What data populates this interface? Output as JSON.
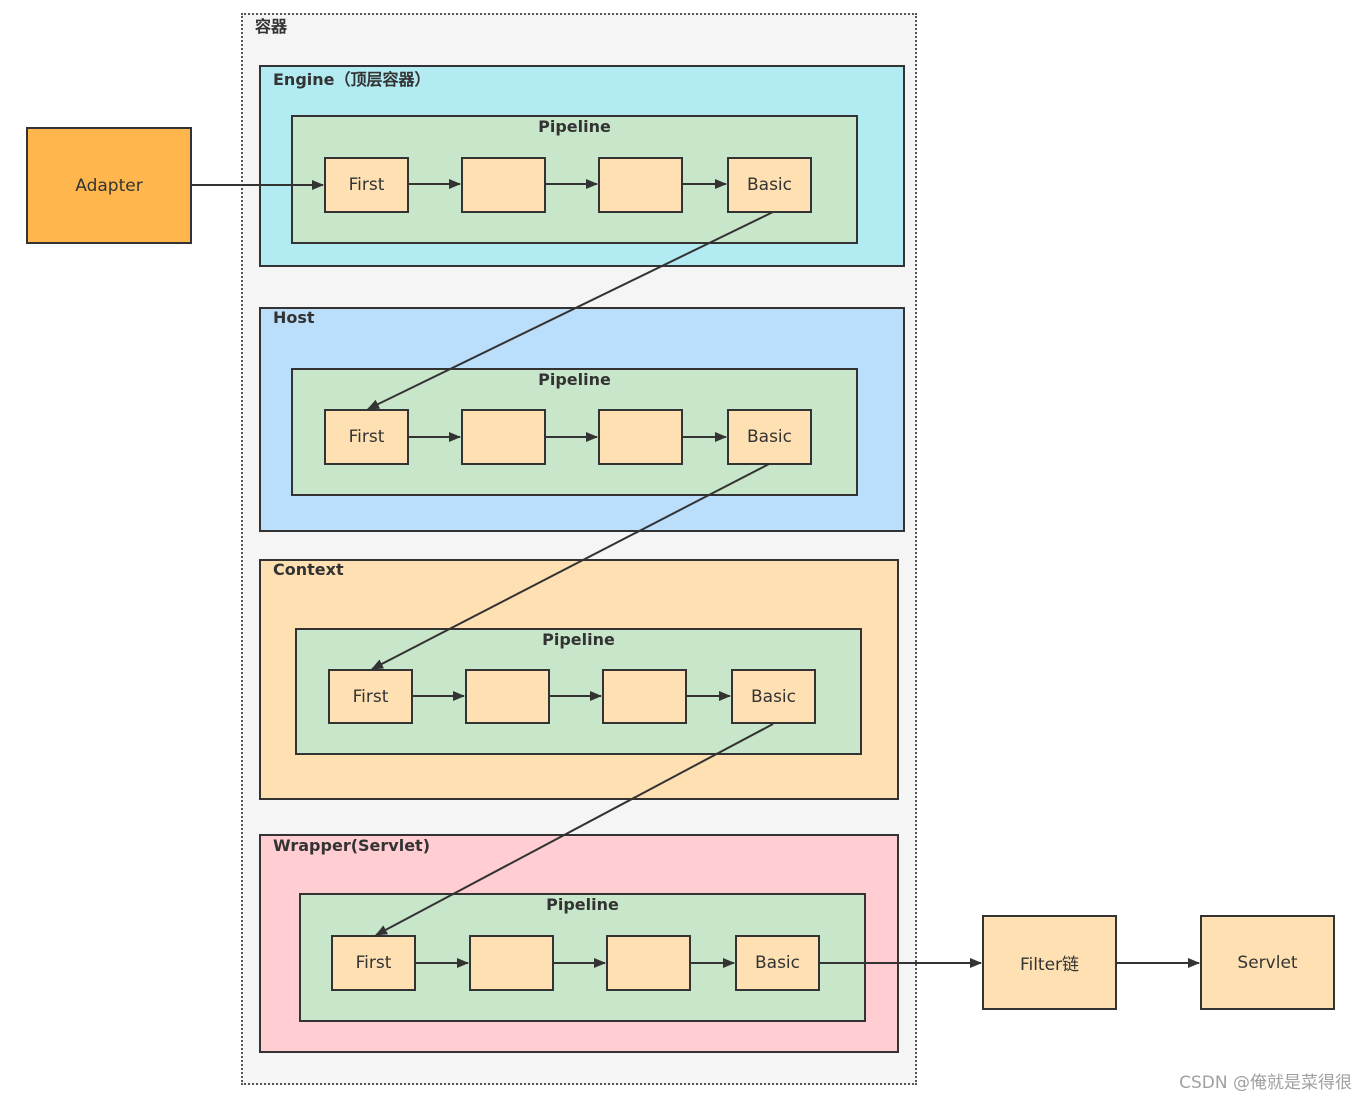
{
  "container": {
    "title": "容器"
  },
  "adapter": {
    "label": "Adapter",
    "color": "#ffb74d"
  },
  "levels": [
    {
      "name": "Engine（顶层容器）",
      "color": "#b2ebf2",
      "pipeline": "Pipeline",
      "first": "First",
      "basic": "Basic"
    },
    {
      "name": "Host",
      "color": "#bbdefb",
      "pipeline": "Pipeline",
      "first": "First",
      "basic": "Basic"
    },
    {
      "name": "Context",
      "color": "#ffe0b2",
      "pipeline": "Pipeline",
      "first": "First",
      "basic": "Basic"
    },
    {
      "name": "Wrapper(Servlet)",
      "color": "#ffcdd2",
      "pipeline": "Pipeline",
      "first": "First",
      "basic": "Basic"
    }
  ],
  "filter_chain": {
    "label": "Filter链"
  },
  "servlet": {
    "label": "Servlet"
  },
  "colors": {
    "pipeline": "#c8e6c9",
    "valve": "#ffe0b2",
    "stroke": "#333333"
  },
  "watermark": "CSDN @俺就是菜得很"
}
